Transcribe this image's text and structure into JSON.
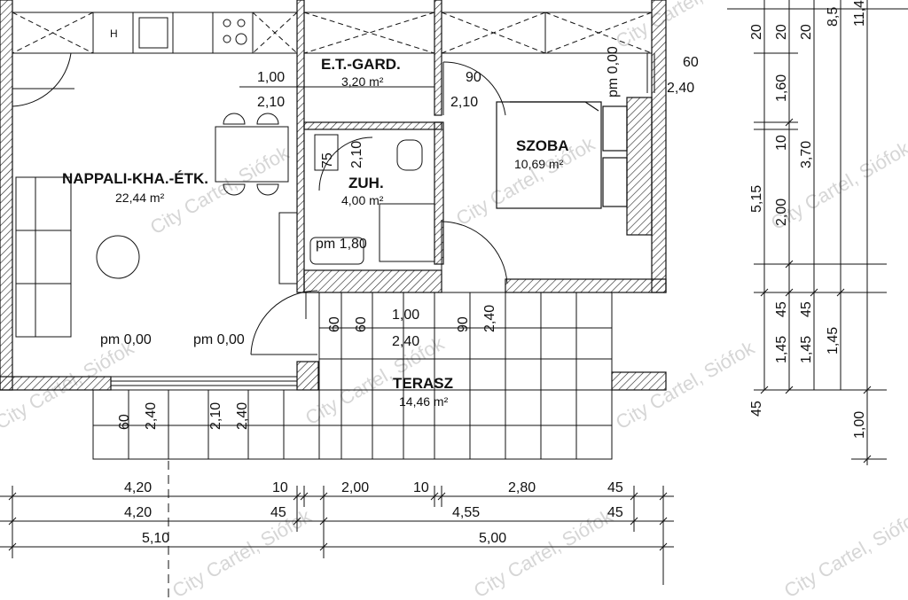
{
  "rooms": {
    "living": {
      "name": "NAPPALI-KHA.-ÉTK.",
      "area": "22,44 m²"
    },
    "wardrobe": {
      "name": "E.T.-GARD.",
      "area": "3,20 m²"
    },
    "bedroom": {
      "name": "SZOBA",
      "area": "10,69 m²"
    },
    "shower": {
      "name": "ZUH.",
      "area": "4,00 m²"
    },
    "terrace": {
      "name": "TERASZ",
      "area": "14,46 m²"
    }
  },
  "appliance_label": "H",
  "levels": {
    "living_1": "pm 0,00",
    "living_2": "pm 0,00",
    "bedroom": "pm 0,00",
    "shower": "pm 1,80"
  },
  "openings": {
    "gard_w": "1,00",
    "gard_h": "2,10",
    "bed_door_w": "90",
    "bed_door_h": "2,10",
    "win_w": "60",
    "win_h": "2,40",
    "sh_a": "75",
    "sh_b": "2,10",
    "ter_a": "60",
    "ter_b": "60",
    "ter_c": "1,00",
    "ter_d": "2,40",
    "ter_e": "90",
    "ter_f": "2,40",
    "front_a": "60",
    "front_b": "2,40",
    "front_c": "2,10",
    "front_d": "2,40"
  },
  "dims_bottom": {
    "row1": [
      "4,20",
      "10",
      "2,00",
      "10",
      "2,80",
      "45"
    ],
    "row2": [
      "4,20",
      "45",
      "4,55",
      "45"
    ],
    "row3": [
      "5,10",
      "5,00"
    ]
  },
  "dims_right": {
    "col1": [
      "20",
      "20",
      "20",
      "8,5",
      "11,4"
    ],
    "col2": [
      "1,60",
      "10",
      "3,70",
      "2,00",
      "45",
      "45",
      "1,45",
      "1,45",
      "1,45",
      "5,15",
      "45",
      "1,00"
    ]
  },
  "watermark": "City Cartel, Siófok",
  "colors": {
    "line": "#111111",
    "hatch": "#222222",
    "watermark": "#d6d6d6"
  }
}
